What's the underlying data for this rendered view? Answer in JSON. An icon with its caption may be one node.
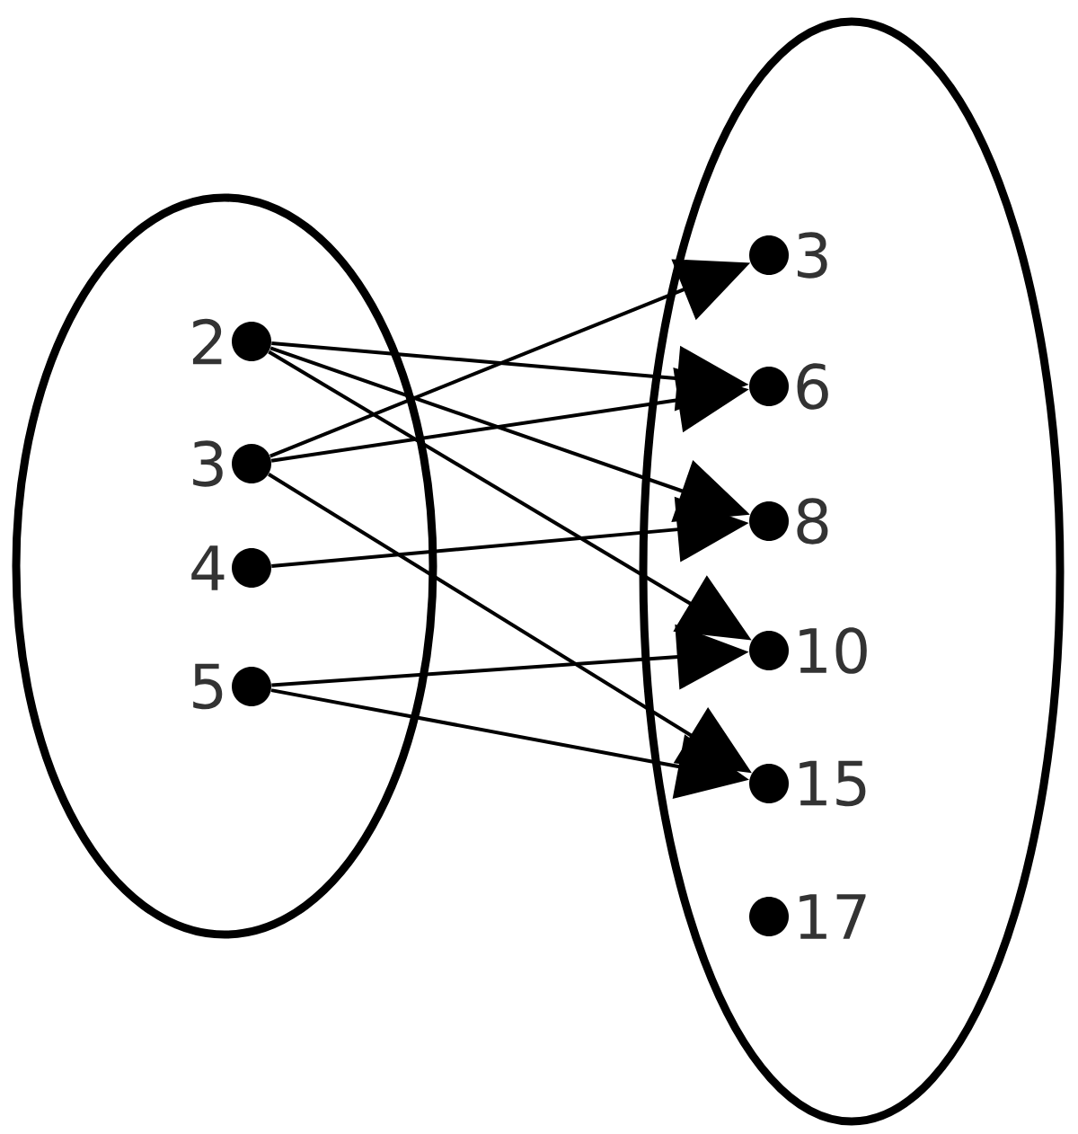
{
  "diagram": {
    "nodes": [
      {
        "text": [],
        "shape": "ellipse"
      },
      {
        "text": [
          "2"
        ],
        "in": 0
      },
      {
        "text": [
          "3"
        ],
        "in": 0
      },
      {
        "text": [
          "4"
        ],
        "in": 0
      },
      {
        "text": [
          "5"
        ],
        "in": 0
      },
      {
        "text": [],
        "shape": "ellipse"
      },
      {
        "text": [
          "3"
        ],
        "in": 5
      },
      {
        "text": [
          "6"
        ],
        "in": 5
      },
      {
        "text": [
          "8"
        ],
        "in": 5
      },
      {
        "text": [
          "10"
        ],
        "in": 5
      },
      {
        "text": [
          "15"
        ],
        "in": 5
      },
      {
        "text": [
          "17"
        ],
        "in": 5
      }
    ],
    "edges": [
      {
        "from": 1,
        "to": 7,
        "arrow": "to"
      },
      {
        "from": 1,
        "to": 8,
        "arrow": "to"
      },
      {
        "from": 1,
        "to": 9,
        "arrow": "to"
      },
      {
        "from": 2,
        "to": 6,
        "arrow": "to"
      },
      {
        "from": 2,
        "to": 7,
        "arrow": "to"
      },
      {
        "from": 2,
        "to": 10,
        "arrow": "to"
      },
      {
        "from": 3,
        "to": 8,
        "arrow": "to"
      },
      {
        "from": 4,
        "to": 9,
        "arrow": "to"
      },
      {
        "from": 4,
        "to": 10,
        "arrow": "to"
      }
    ]
  }
}
